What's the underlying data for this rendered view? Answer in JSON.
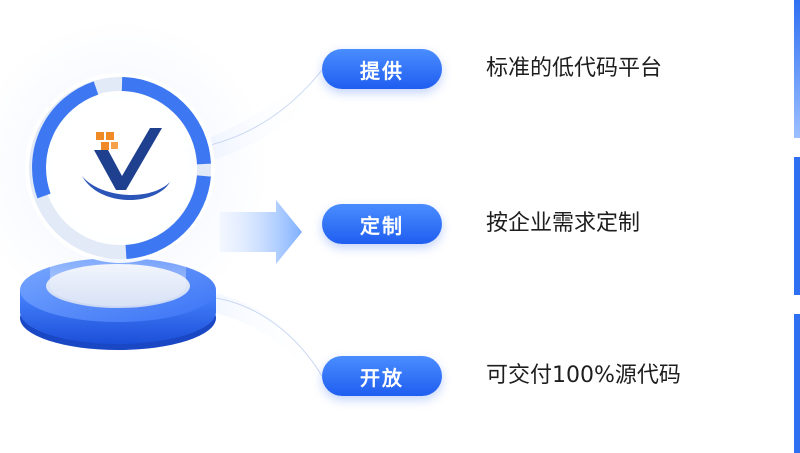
{
  "features": [
    {
      "tag": "提供",
      "description": "标准的低代码平台"
    },
    {
      "tag": "定制",
      "description": "按企业需求定制"
    },
    {
      "tag": "开放",
      "description": "可交付100%源代码"
    }
  ],
  "colors": {
    "accent": "#2f6ff2",
    "pill_top": "#4a8dff",
    "pill_bottom": "#1f5ef0",
    "logo_orange": "#f08a24",
    "logo_navy": "#1f3f8f"
  },
  "icons": {
    "logo": "stylized-v-check-logo",
    "arrow": "right-arrow-icon"
  }
}
